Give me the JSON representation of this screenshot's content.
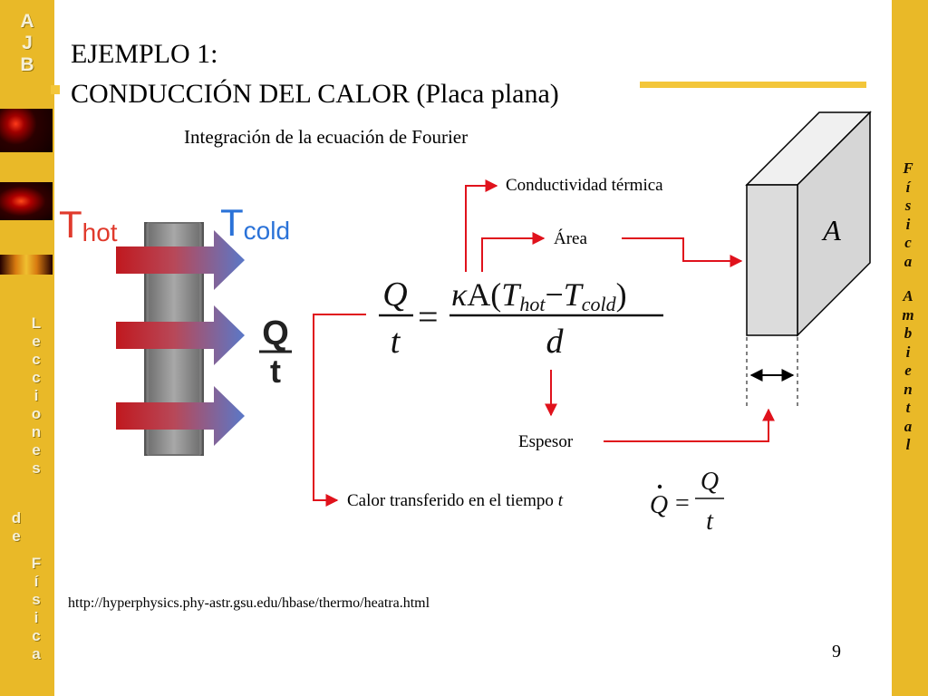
{
  "sidebar_left": {
    "logo_letters": [
      "A",
      "J",
      "B"
    ],
    "lecciones_letters": [
      "L",
      "e",
      "c",
      "c",
      "i",
      "o",
      "n",
      "e",
      "s"
    ],
    "de_letters": [
      "d",
      "e"
    ],
    "fisica_letters": [
      "F",
      "í",
      "s",
      "i",
      "c",
      "a"
    ]
  },
  "sidebar_right": {
    "fisica_letters": [
      "F",
      "í",
      "s",
      "i",
      "c",
      "a"
    ],
    "ambiental_letters": [
      "A",
      "m",
      "b",
      "i",
      "e",
      "n",
      "t",
      "a",
      "l"
    ]
  },
  "slide": {
    "title_line1": "EJEMPLO 1:",
    "title_line2": "CONDUCCIÓN DEL CALOR (Placa plana)",
    "subtitle": "Integración de la ecuación de Fourier",
    "page_number": "9",
    "url": "http://hyperphysics.phy-astr.gsu.edu/hbase/thermo/heatra.html"
  },
  "labels": {
    "conductividad": "Conductividad térmica",
    "area": "Área",
    "espesor": "Espesor",
    "calor_prefix": "Calor  transferido en el tiempo ",
    "calor_var": "t"
  },
  "figure": {
    "t_hot_main": "T",
    "t_hot_sub": "hot",
    "t_cold_main": "T",
    "t_cold_sub": "cold",
    "q_num": "Q",
    "q_den": "t",
    "slab_label": "A"
  },
  "equation": {
    "lhs_num": "Q",
    "lhs_den": "t",
    "equals": "=",
    "kappa": "κ",
    "area_sym": "A",
    "open_paren": "(",
    "t_sym": "T",
    "hot_sub": "hot",
    "minus": "−",
    "cold_sub": "cold",
    "close_paren": ")",
    "den": "d"
  },
  "qdot_equation": {
    "lhs": "Q",
    "dot": "·",
    "equals": "=",
    "num": "Q",
    "den": "t"
  },
  "colors": {
    "sidebar": "#e9b928",
    "accent_rule": "#f3c63a",
    "connector_red": "#e0121c",
    "hot_text": "#e03a2c",
    "cold_text": "#2a72d8"
  }
}
